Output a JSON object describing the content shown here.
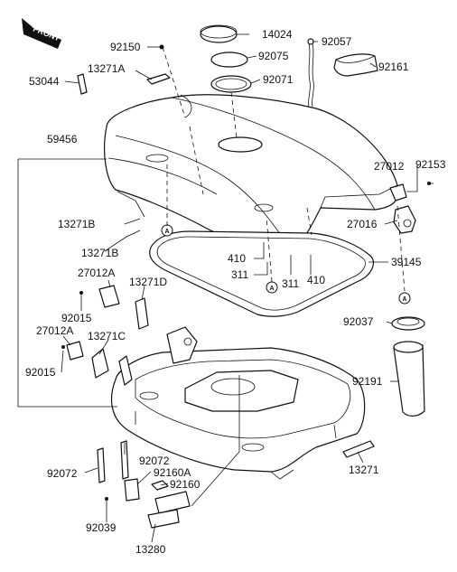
{
  "front_marker": "FRONT",
  "ref_marker": "A",
  "part_numbers": {
    "p14024": "14024",
    "p92057": "92057",
    "p92150": "92150",
    "p92075": "92075",
    "p13271A": "13271A",
    "p92161": "92161",
    "p53044": "53044",
    "p92071": "92071",
    "p59456": "59456",
    "p27012": "27012",
    "p92153": "92153",
    "p27016": "27016",
    "p13271B_a": "13271B",
    "p13271B_b": "13271B",
    "p410_a": "410",
    "p39145": "39145",
    "p311_a": "311",
    "p311_b": "311",
    "p410_b": "410",
    "p27012A_a": "27012A",
    "p13271D": "13271D",
    "p92015_a": "92015",
    "p92037": "92037",
    "p27012A_b": "27012A",
    "p13271C": "13271C",
    "p92015_b": "92015",
    "p92191": "92191",
    "p92072_a": "92072",
    "p92072_b": "92072",
    "p92160A": "92160A",
    "p92160": "92160",
    "p13271": "13271",
    "p92039": "92039",
    "p13280": "13280"
  }
}
